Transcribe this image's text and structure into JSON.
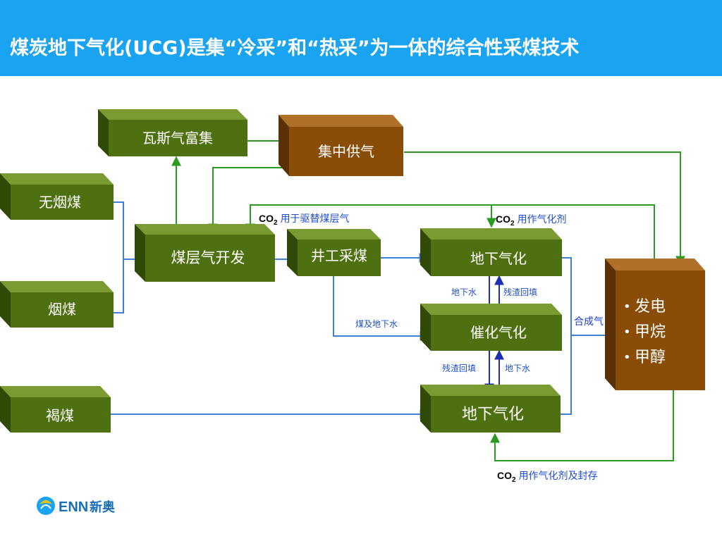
{
  "header": {
    "title": "煤炭地下气化(UCG)是集“冷采”和“热采”为一体的综合性采煤技术"
  },
  "colors": {
    "header_bg": "#1aa3f0",
    "green_box": "#4e7010",
    "brown_box": "#8a4d08",
    "green_line": "#2b9a20",
    "blue_line": "#3f7fd8",
    "arrow_blue": "#1e2fb0",
    "note_blue": "#1f4fd0"
  },
  "boxes": {
    "gas_enrich": "瓦斯气富集",
    "central_gas": "集中供气",
    "anthracite": "无烟煤",
    "bituminous": "烟煤",
    "lignite": "褐煤",
    "cbm_dev": "煤层气开发",
    "shaft_mining": "井工采煤",
    "ucg_top": "地下气化",
    "catalytic": "催化气化",
    "ucg_bottom": "地下气化"
  },
  "outputs": {
    "bullet": "•",
    "items": [
      "发电",
      "甲烷",
      "甲醇"
    ]
  },
  "notes": {
    "co2_prefix": "CO",
    "co2_sub": "2",
    "co2_displace": "用于驱替煤层气",
    "co2_agent": "用作气化剂",
    "co2_store": "用作气化剂及封存",
    "groundwater_1": "地下水",
    "slag_fill_1": "残渣回填",
    "slag_fill_2": "残渣回填",
    "groundwater_2": "地下水",
    "coal_water": "煤及地下水",
    "syngas": "合成气"
  },
  "logo": {
    "text": "ENN",
    "text_cn": "新奥"
  }
}
